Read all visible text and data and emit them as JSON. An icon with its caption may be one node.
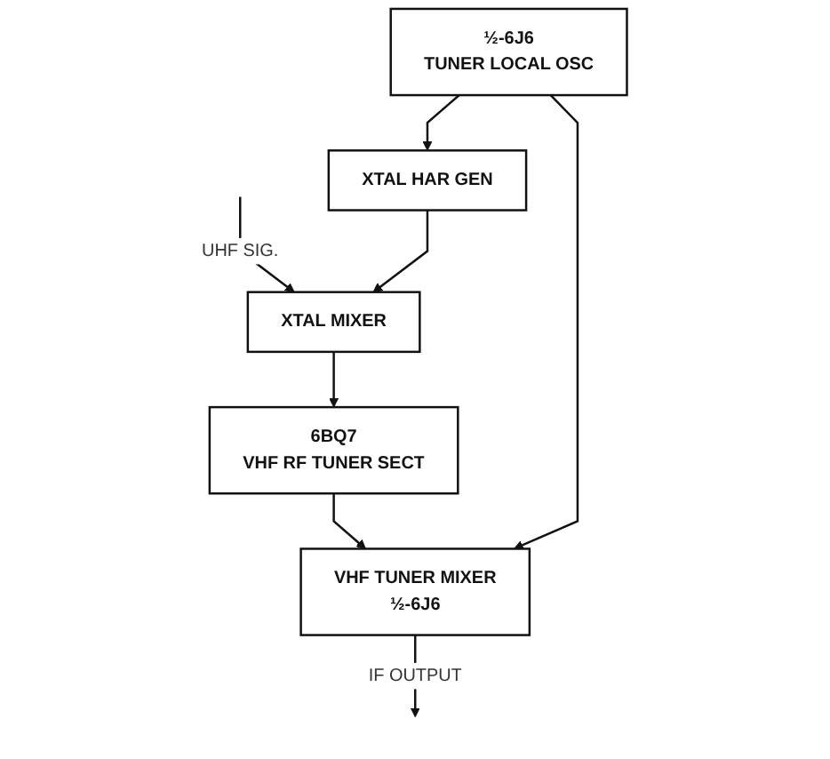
{
  "diagram": {
    "nodes": [
      {
        "text": [
          "XTAL MIXER"
        ]
      },
      {
        "text": [
          "6BQ7",
          "VHF RF TUNER SECT"
        ]
      },
      {
        "text": [
          "XTAL HAR GEN"
        ]
      },
      {
        "text": [
          "½-6J6",
          "TUNER LOCAL OSC"
        ]
      },
      {
        "text": [
          "VHF TUNER MIXER",
          "½-6J6"
        ]
      }
    ],
    "edges": [
      {
        "from": null,
        "to": 0,
        "arrow": "to",
        "label": "UHF SIG."
      },
      {
        "from": 0,
        "to": 1,
        "arrow": "to"
      },
      {
        "from": 1,
        "to": 4,
        "arrow": "to"
      },
      {
        "from": 3,
        "to": 2,
        "arrow": "to"
      },
      {
        "from": 2,
        "to": 0,
        "arrow": "to"
      },
      {
        "from": 3,
        "to": 4,
        "arrow": "to"
      },
      {
        "from": 4,
        "to": null,
        "arrow": "to",
        "label": "IF OUTPUT"
      }
    ]
  }
}
